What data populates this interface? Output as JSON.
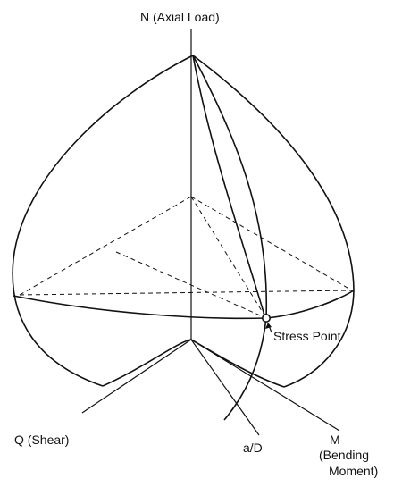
{
  "labels": {
    "n_axis": "N (Axial Load)",
    "q_axis": "Q (Shear)",
    "a_d_axis": "a/D",
    "m_axis_line1": "M",
    "m_axis_line2": "(Bending",
    "m_axis_line3": "Moment)",
    "stress_point": "Stress Point"
  }
}
